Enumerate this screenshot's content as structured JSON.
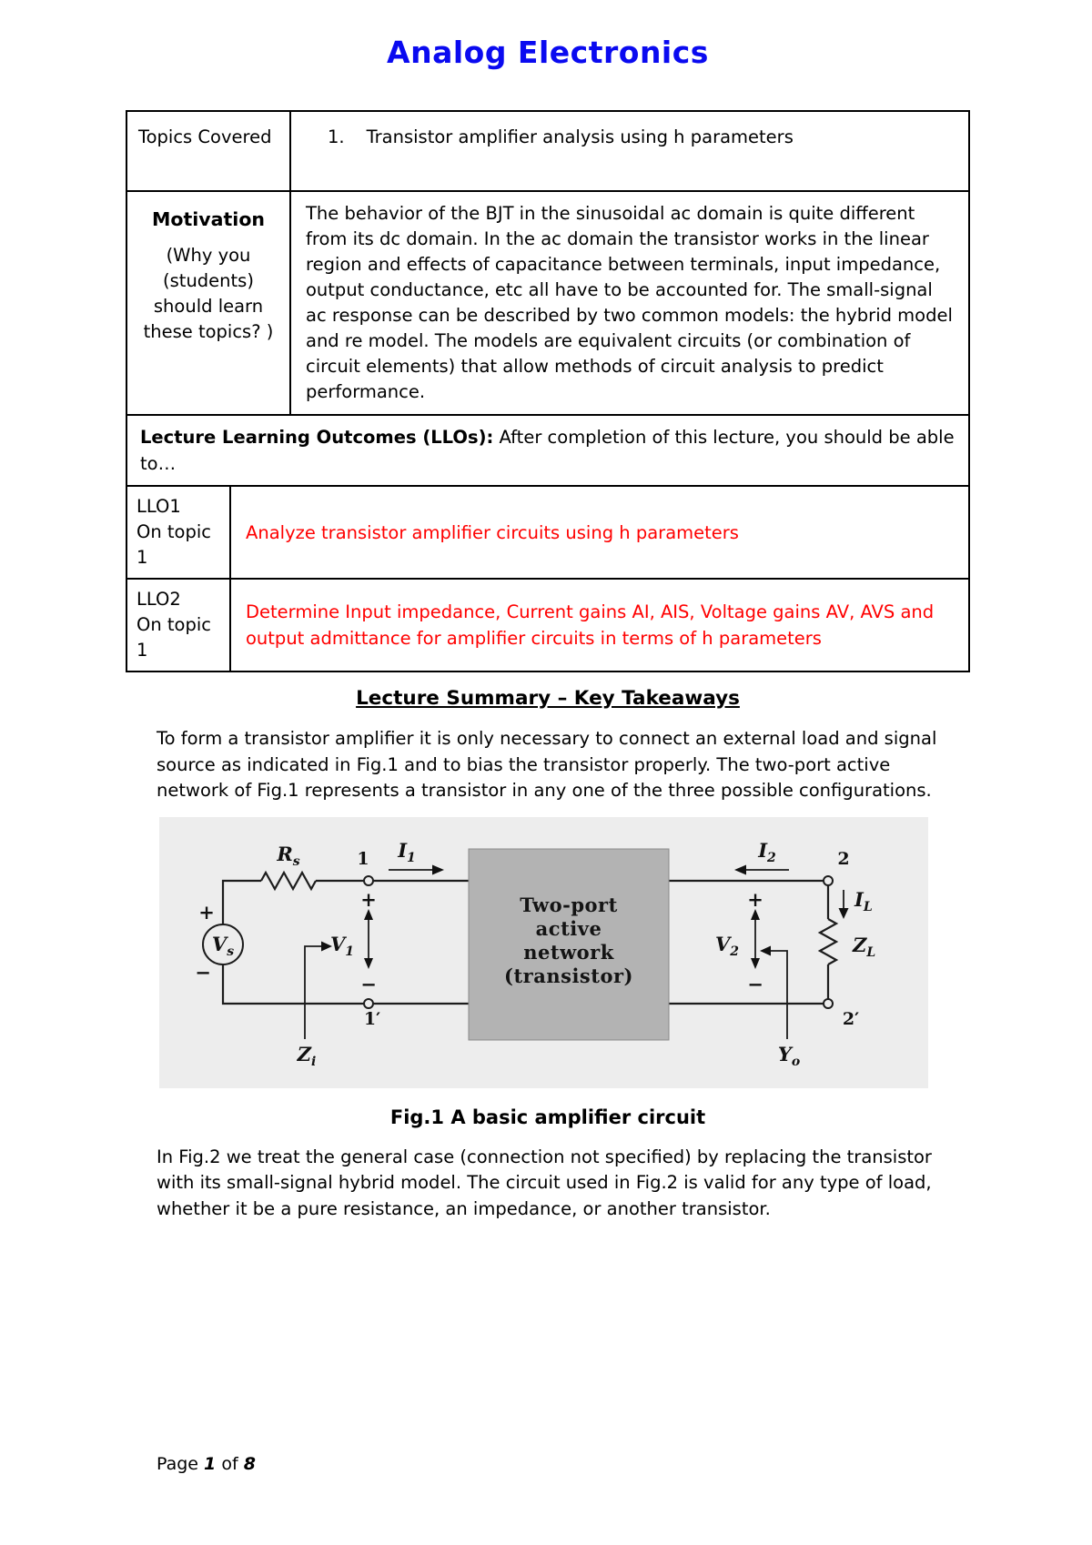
{
  "colors": {
    "title_blue": "#0a0af0",
    "llo_red": "#ff0000"
  },
  "doc": {
    "title": "Analog Electronics",
    "table": {
      "topics_label": "Topics Covered",
      "topics_number": "1.",
      "topics_text": "Transistor amplifier analysis using h parameters",
      "motivation_label": "Motivation",
      "motivation_sub": "(Why you (students) should learn these topics? )",
      "motivation_text": "The behavior of the BJT in the sinusoidal ac domain is quite different from its dc domain. In the ac domain the transistor works in the linear region and effects of capacitance between terminals, input impedance, output conductance, etc all have to be accounted for. The small-signal ac response can be described by two common models: the hybrid model and re model. The models are equivalent circuits (or combination of circuit elements) that allow methods of circuit analysis to predict performance.",
      "llo_header_bold": "Lecture Learning Outcomes (LLOs):",
      "llo_header_rest": " After completion of this lecture, you should be able to…",
      "llo1_id": "LLO1",
      "llo1_topic": "On topic 1",
      "llo1_text": "Analyze transistor amplifier circuits using h parameters",
      "llo2_id": "LLO2",
      "llo2_topic": "On topic 1",
      "llo2_text": "Determine Input impedance, Current gains AI, AIS, Voltage gains AV, AVS and output admittance for amplifier circuits in terms of h parameters"
    },
    "summary_heading": "Lecture Summary – Key Takeaways",
    "para1": "To form a transistor amplifier it is only necessary to connect an external load and signal source as indicated in Fig.1 and to bias the transistor properly. The two-port active network of Fig.1 represents a transistor in any one of the three possible configurations.",
    "fig_caption": "Fig.1 A basic amplifier circuit",
    "para2": "In Fig.2 we treat the general case (connection not specified) by replacing the transistor with its small-signal hybrid model. The circuit used in Fig.2 is valid for any type of load, whether it be a pure resistance, an impedance, or another transistor.",
    "footer": {
      "page_word": "Page",
      "page_num": "1",
      "of_word": "of",
      "total": "8"
    }
  },
  "figure": {
    "box_line1": "Two-port",
    "box_line2": "active",
    "box_line3": "network",
    "box_line4": "(transistor)",
    "labels": {
      "rs_m": "R",
      "rs_s": "s",
      "vs_m": "V",
      "vs_s": "s",
      "i1_m": "I",
      "i1_s": "1",
      "i2_m": "I",
      "i2_s": "2",
      "il_m": "I",
      "il_s": "L",
      "v1_m": "V",
      "v1_s": "1",
      "v2_m": "V",
      "v2_s": "2",
      "zi_m": "Z",
      "zi_s": "i",
      "zl_m": "Z",
      "zl_s": "L",
      "yo_m": "Y",
      "yo_s": "o",
      "node1": "1",
      "node1p": "1′",
      "node2": "2",
      "node2p": "2′",
      "plus": "+",
      "minus": "−"
    }
  }
}
